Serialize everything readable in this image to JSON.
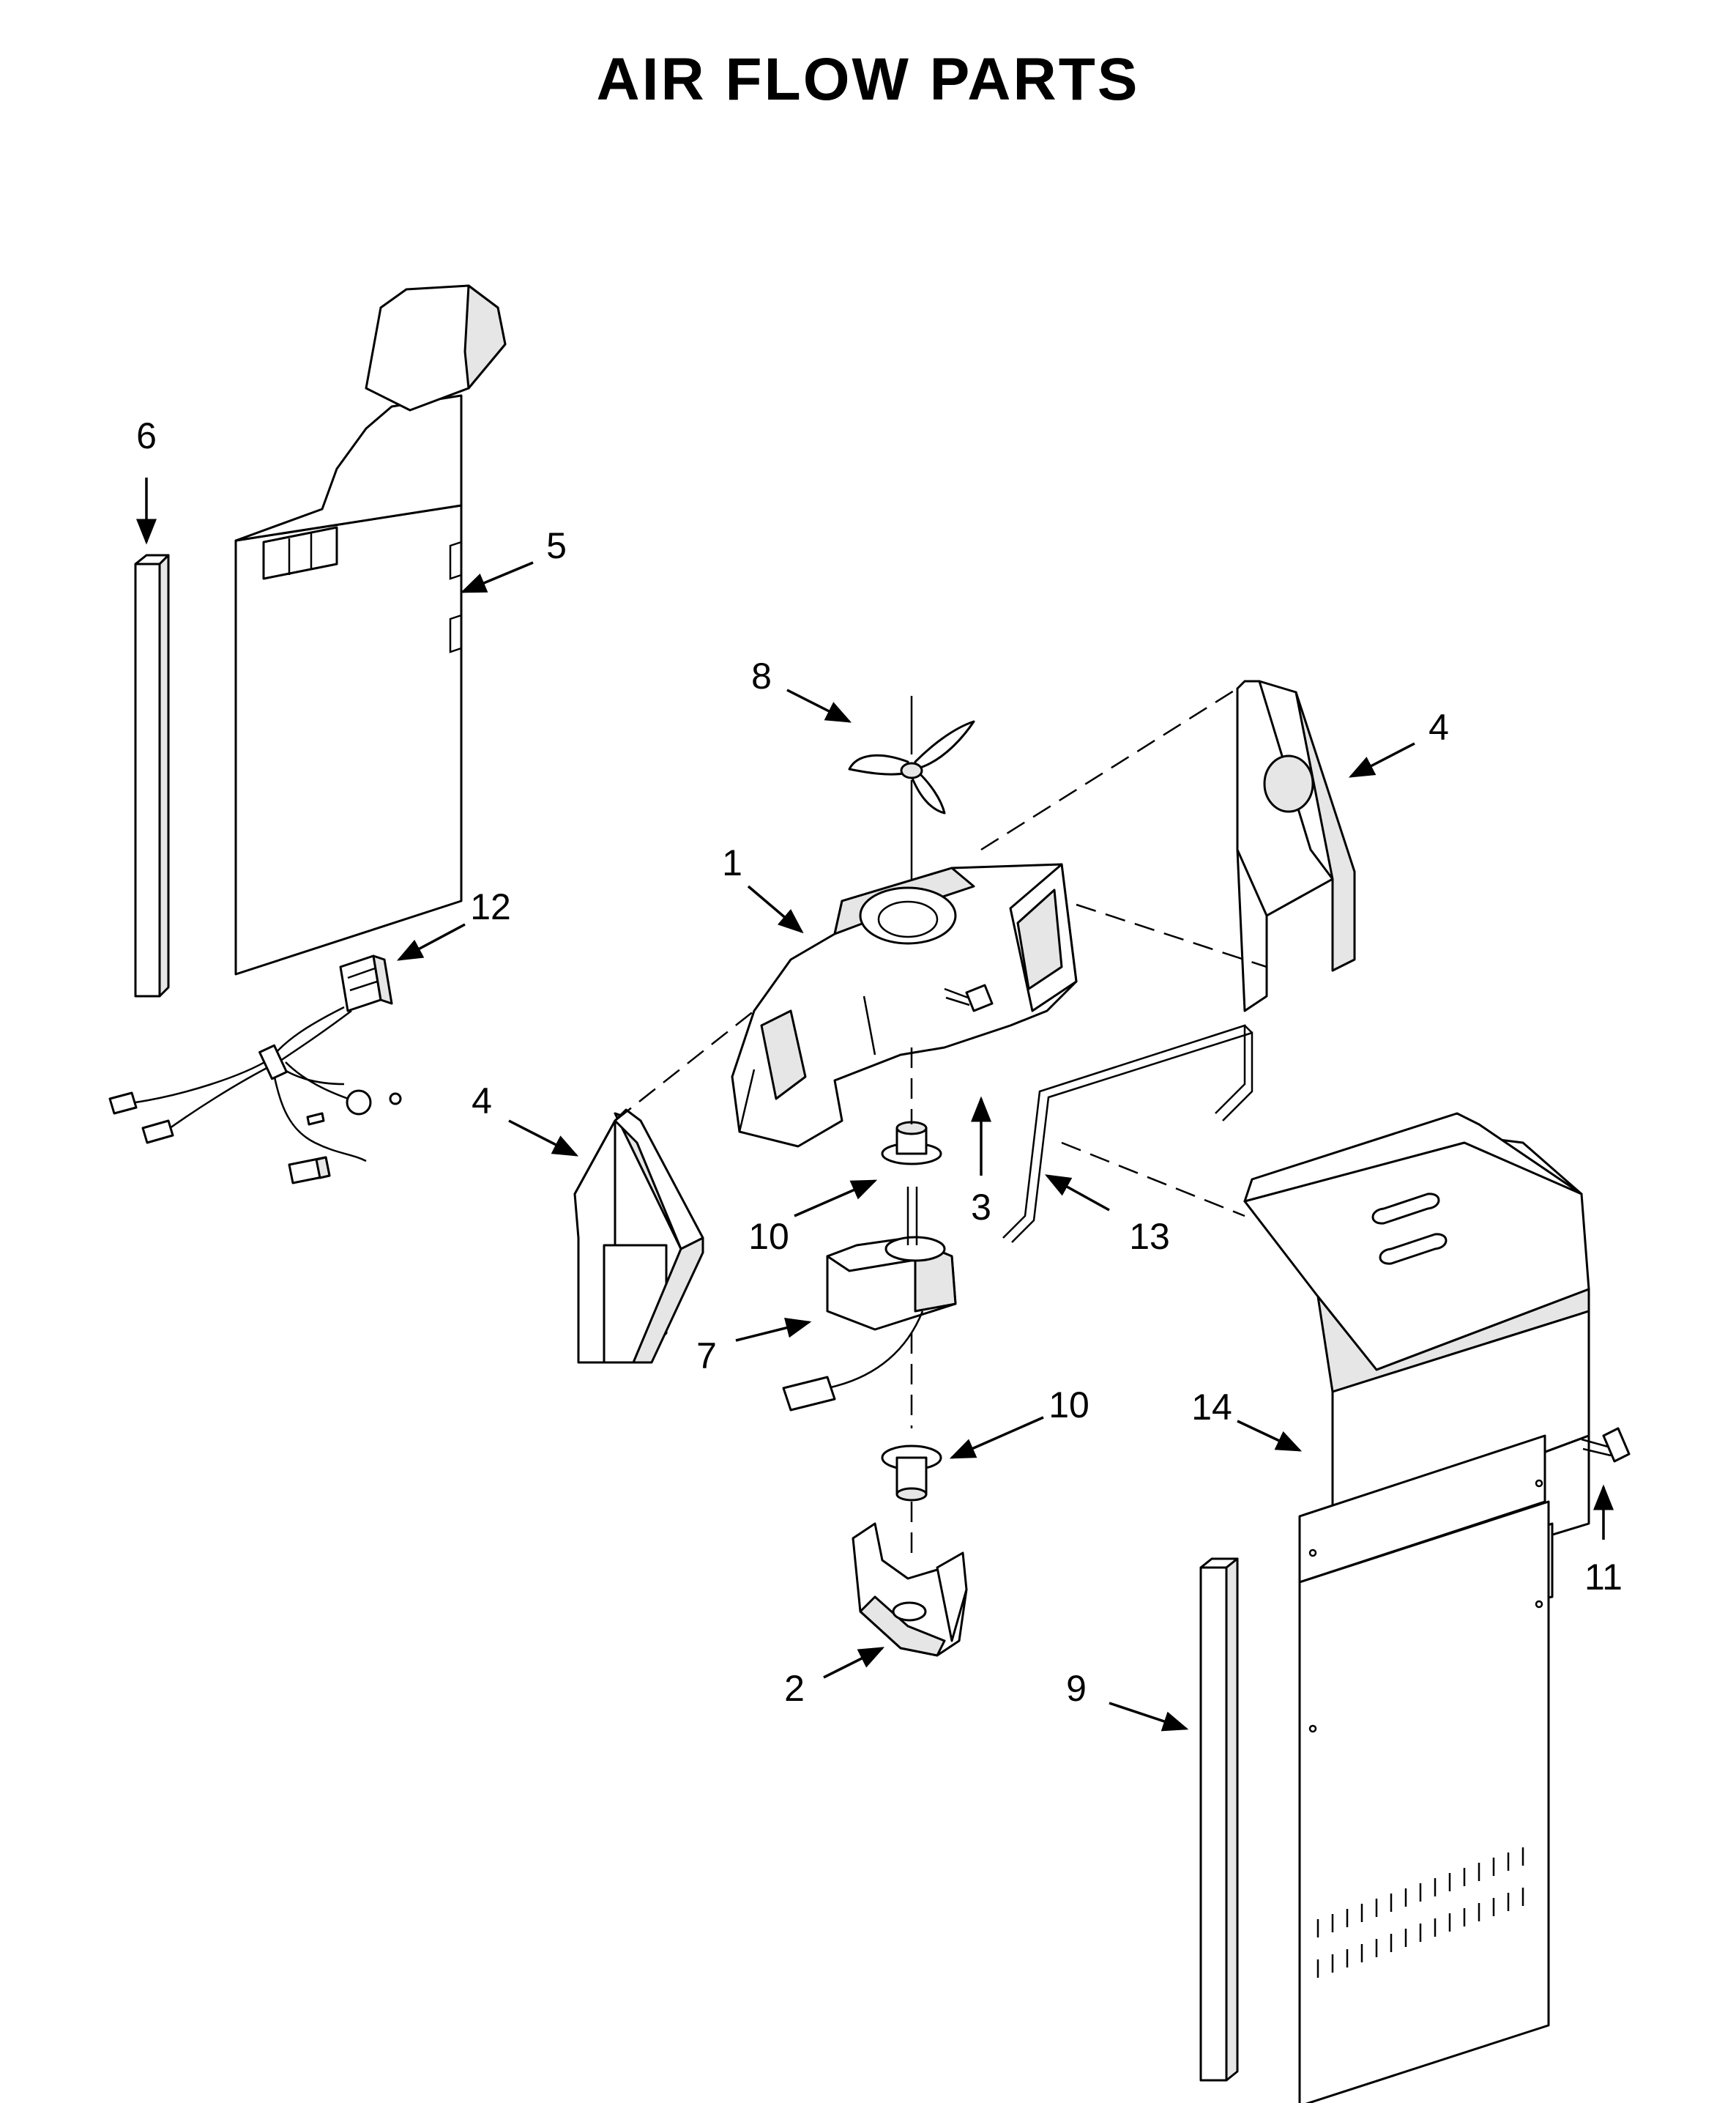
{
  "title": "AIR FLOW PARTS",
  "callouts": [
    {
      "id": "c1",
      "label": "1"
    },
    {
      "id": "c2",
      "label": "2"
    },
    {
      "id": "c3",
      "label": "3"
    },
    {
      "id": "c4a",
      "label": "4"
    },
    {
      "id": "c4b",
      "label": "4"
    },
    {
      "id": "c5",
      "label": "5"
    },
    {
      "id": "c6",
      "label": "6"
    },
    {
      "id": "c7",
      "label": "7"
    },
    {
      "id": "c8",
      "label": "8"
    },
    {
      "id": "c9",
      "label": "9"
    },
    {
      "id": "c10a",
      "label": "10"
    },
    {
      "id": "c10b",
      "label": "10"
    },
    {
      "id": "c11",
      "label": "11"
    },
    {
      "id": "c12",
      "label": "12"
    },
    {
      "id": "c13",
      "label": "13"
    },
    {
      "id": "c14",
      "label": "14"
    }
  ]
}
